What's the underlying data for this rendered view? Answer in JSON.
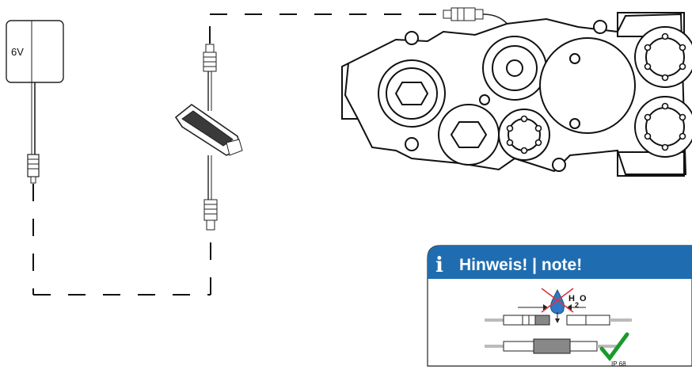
{
  "power_supply": {
    "voltage_label": "6V"
  },
  "note_box": {
    "info_glyph": "i",
    "title": "Hinweis! | note!",
    "water_symbol": "H",
    "water_subscript": "2",
    "water_symbol_suffix": "O",
    "rating_label": "IP 68",
    "header_color": "#1f6db0",
    "check_color": "#1a9a2a",
    "cross_color": "#d9363e",
    "drop_color": "#2f78c4"
  },
  "icons": [
    "power-adapter-icon",
    "battery-pack-icon",
    "valve-block-icon",
    "info-icon",
    "water-drop-icon",
    "checkmark-icon",
    "cross-icon"
  ]
}
